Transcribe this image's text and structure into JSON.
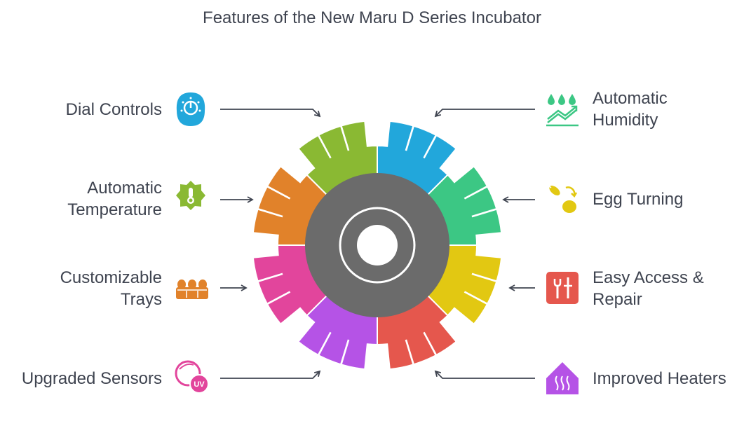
{
  "title": "Features of the New Maru D Series Incubator",
  "colors": {
    "text": "#3f4450",
    "hub_dark": "#6b6b6b",
    "hub_ring": "#ffffff",
    "arrow": "#3f4450"
  },
  "features": [
    {
      "id": "dial-controls",
      "lines": [
        "Dial Controls"
      ],
      "side": "left",
      "color": "#22a7db",
      "icon": "dial-icon"
    },
    {
      "id": "automatic-humidity",
      "lines": [
        "Automatic",
        "Humidity"
      ],
      "side": "right",
      "color": "#3cc784",
      "icon": "humidity-icon"
    },
    {
      "id": "egg-turning",
      "lines": [
        "Egg Turning"
      ],
      "side": "right",
      "color": "#e2c812",
      "icon": "egg-turning-icon"
    },
    {
      "id": "easy-access-repair",
      "lines": [
        "Easy Access &",
        "Repair"
      ],
      "side": "right",
      "color": "#e5574d",
      "icon": "tools-icon"
    },
    {
      "id": "improved-heaters",
      "lines": [
        "Improved Heaters"
      ],
      "side": "right",
      "color": "#b553e6",
      "icon": "heater-icon"
    },
    {
      "id": "upgraded-sensors",
      "lines": [
        "Upgraded Sensors"
      ],
      "side": "left",
      "color": "#e2459c",
      "icon": "uv-sensor-icon"
    },
    {
      "id": "customizable-trays",
      "lines": [
        "Customizable",
        "Trays"
      ],
      "side": "left",
      "color": "#e1822a",
      "icon": "egg-tray-icon"
    },
    {
      "id": "automatic-temperature",
      "lines": [
        "Automatic",
        "Temperature"
      ],
      "side": "left",
      "color": "#8ab933",
      "icon": "thermometer-icon"
    }
  ]
}
